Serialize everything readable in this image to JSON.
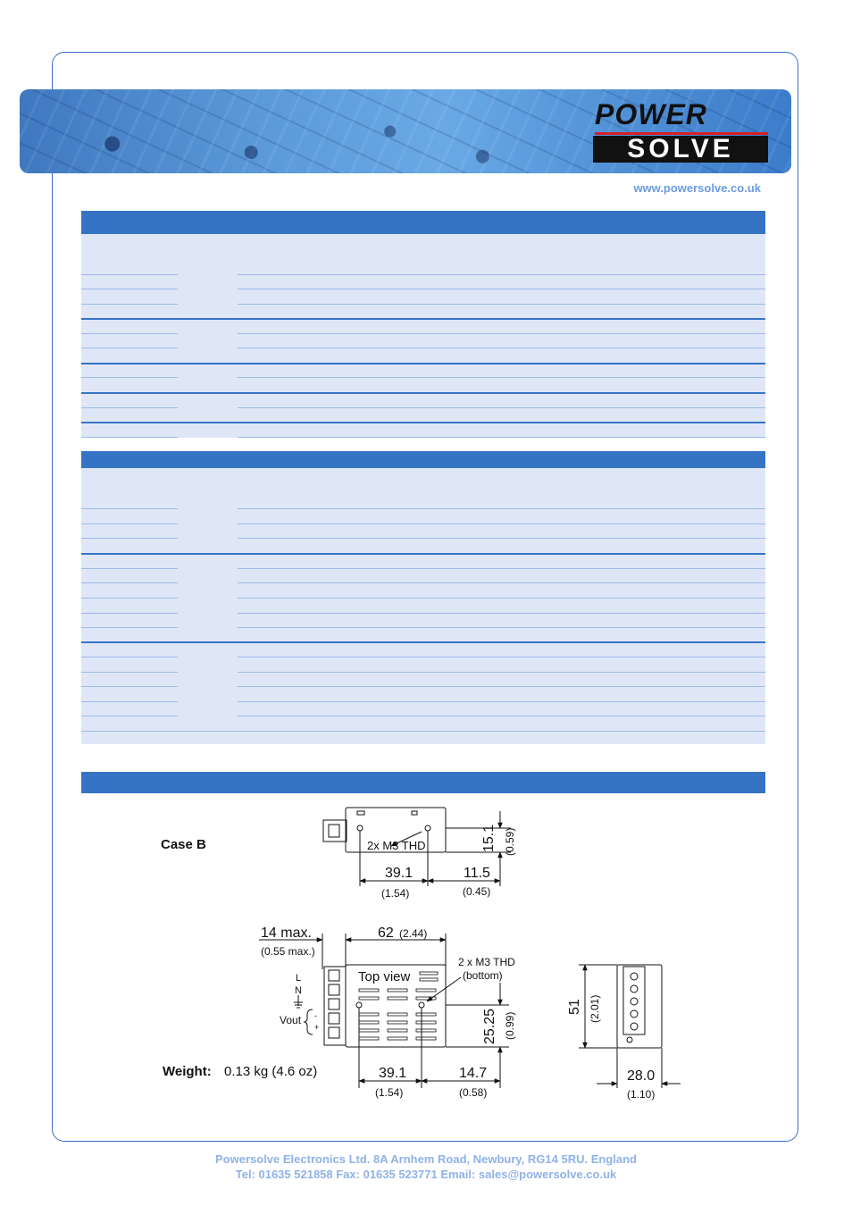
{
  "header": {
    "logo_top": "POWER",
    "logo_bottom": "SOLVE",
    "website": "www.powersolve.co.uk"
  },
  "drawing": {
    "case_label": "Case B",
    "side": {
      "holes_label": "2x M3 THD",
      "height_value": "15.1",
      "height_inch": "(0.59)",
      "dim1_value": "39.1",
      "dim1_inch": "(1.54)",
      "dim2_value": "11.5",
      "dim2_inch": "(0.45)"
    },
    "top": {
      "max_value": "14 max.",
      "max_inch": "(0.55 max.)",
      "length_value": "62",
      "length_inch": "(2.44)",
      "view_label": "Top view",
      "holes_label": "2 x M3 THD",
      "holes_sub": "(bottom)",
      "pin_l": "L",
      "pin_n": "N",
      "vout_label": "Vout",
      "minus": "-",
      "plus": "+",
      "height_value": "25.25",
      "height_inch": "(0.99)",
      "dim1_value": "39.1",
      "dim1_inch": "(1.54)",
      "dim2_value": "14.7",
      "dim2_inch": "(0.58)"
    },
    "end": {
      "height_value": "51",
      "height_inch": "(2.01)",
      "width_value": "28.0",
      "width_inch": "(1.10)"
    },
    "weight_label": "Weight:",
    "weight_value": "0.13 kg  (4.6 oz)"
  },
  "footer": {
    "line1": "Powersolve Electronics Ltd.  8A Arnhem Road,  Newbury, RG14 5RU.  England",
    "line2": "Tel: 01635 521858  Fax: 01635 523771  Email: sales@powersolve.co.uk"
  },
  "colors": {
    "accent": "#3574c4",
    "row_fill": "#dfe7f7",
    "footer_text": "#8fb2e8"
  }
}
